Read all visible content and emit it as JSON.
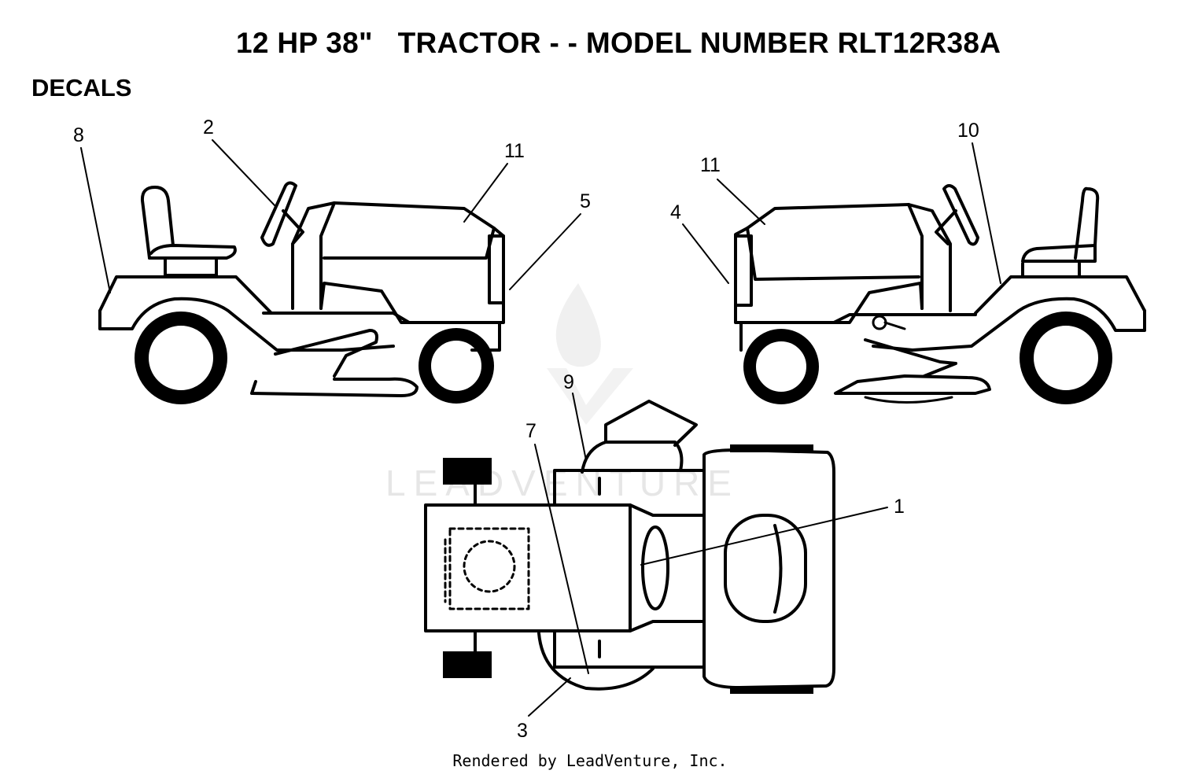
{
  "title": "12 HP 38\"   TRACTOR - - MODEL NUMBER RLT12R38A",
  "section_label": "DECALS",
  "watermark": "LEADVENTURE",
  "footer": "Rendered by LeadVenture, Inc.",
  "callouts": {
    "c1": "1",
    "c2": "2",
    "c3": "3",
    "c4": "4",
    "c5": "5",
    "c7": "7",
    "c8": "8",
    "c9": "9",
    "c10": "10",
    "c11_left": "11",
    "c11_right": "11"
  }
}
